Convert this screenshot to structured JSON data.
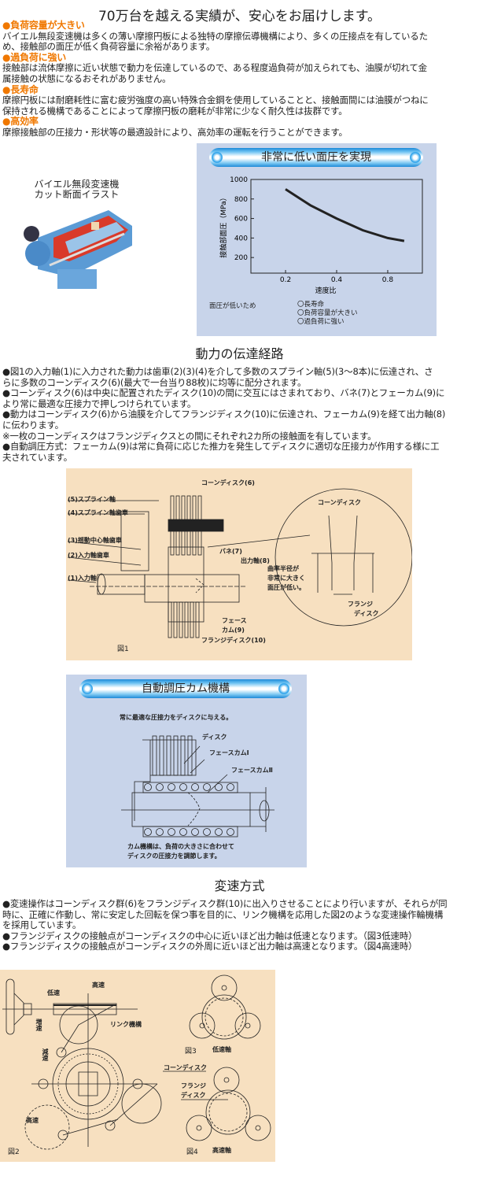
{
  "header": {
    "title": "70万台を越える実績が、安心をお届けします。"
  },
  "features": [
    {
      "heading": "●負荷容量が大きい",
      "lines": [
        "バイエル無段変速機は多くの薄い摩擦円板による独特の摩擦伝導機構により、多くの圧接点を有しているた",
        "め、接触部の面圧が低く負荷容量に余裕があります。"
      ]
    },
    {
      "heading": "●過負荷に強い",
      "lines": [
        "接触部は流体摩擦に近い状態で動力を伝達しているので、ある程度過負荷が加えられても、油膜が切れて金",
        "属接触の状態になるおそれがありません。"
      ]
    },
    {
      "heading": "●長寿命",
      "lines": [
        "摩擦円板には耐磨耗性に富む疲労強度の高い特殊合金鋼を使用していることと、接触面間には油膜がつねに",
        "保持される機構であることによって摩擦円板の磨耗が非常に少なく耐久性は抜群です。"
      ]
    },
    {
      "heading": "●高効率",
      "lines": [
        "摩擦接触部の圧接力・形状等の最適設計により、高効率の運転を行うことができます。"
      ]
    }
  ],
  "illustration": {
    "caption_lines": [
      "バイエル無段変速機",
      "カット断面イラスト"
    ]
  },
  "chart_panel": {
    "bar_title": "非常に低い面圧を実現",
    "note_label": "面圧が低いため",
    "benefits": [
      "〇長寿命",
      "〇負荷容量が大きい",
      "〇過負荷に強い"
    ]
  },
  "chart_data": {
    "type": "line",
    "title": "非常に低い面圧を実現",
    "xlabel": "速度比",
    "ylabel": "接触部面圧（MPa）",
    "x_scale": "log",
    "xlim": [
      0.125,
      1.28
    ],
    "ylim": [
      40,
      1000
    ],
    "xticks": [
      "0.2",
      "0.4",
      "0.8"
    ],
    "yticks": [
      "1000",
      "800",
      "600",
      "400",
      "200"
    ],
    "grid": false,
    "series": [
      {
        "name": "接触部面圧",
        "x": [
          0.2,
          0.28,
          0.4,
          0.57,
          0.8,
          1.0
        ],
        "y": [
          900,
          735,
          600,
          480,
          400,
          370
        ]
      }
    ]
  },
  "transmission": {
    "heading": "動力の伝達経路",
    "lines": [
      "●図1の入力軸(1)に入力された動力は歯車(2)(3)(4)を介して多数のスプライン軸(5)(3〜8本)に伝達され、さ",
      "らに多数のコーンディスク(6)(最大で一台当り88枚)に均等に配分されます。",
      "●コーンディスク(6)は中央に配置されたディスク(10)の間に交互にはさまれており、バネ(7)とフェーカム(9)に",
      "より常に最適な圧接力で押しつけられています。",
      "●動力はコーンディスク(6)から油膜を介してフランジディスク(10)に伝達され、フェーカム(9)を経て出力軸(8)",
      "に伝わります。",
      "※一枚のコーンディスクはフランジディクスとの間にそれぞれ2カ所の接触面を有しています。",
      "●自動調圧方式：フェーカム(9)は常に負荷に応じた推力を発生してディスクに適切な圧接力が作用する様に工",
      "夫されています。"
    ]
  },
  "figure1": {
    "labels": {
      "cone6": "コーンディスク(6)",
      "spline5": "(5)スプライン軸",
      "gear4": "(4)スプライン軸歯車",
      "gear3": "(3)揺動中心軸歯車",
      "gear2": "(2)入力軸歯車",
      "input1": "(1)入力軸",
      "spring7": "バネ(7)",
      "output8": "出力軸(8)",
      "facecam9_a": "フェース",
      "facecam9_b": "カム(9)",
      "flange10": "フランジディスク(10)",
      "fig": "図1",
      "detail_cone": "コーンディスク",
      "detail_note": [
        "曲率半径が",
        "非常に大きく",
        "面圧が低い。"
      ],
      "detail_flange": [
        "フランジ",
        "ディスク"
      ]
    }
  },
  "cam_panel": {
    "bar_title": "自動調圧カム機構",
    "subtitle": "常に最適な圧接力をディスクに与える。",
    "labels": {
      "disc": "ディスク",
      "cam1": "フェースカムⅠ",
      "cam2": "フェースカムⅡ"
    },
    "note_lines": [
      "カム機構は、負荷の大きさに合わせて",
      "ディスクの圧接力を調節します。"
    ]
  },
  "speed": {
    "heading": "変速方式",
    "lines": [
      "●変速操作はコーンディスク群(6)をフランジディスク群(10)に出入りさせることにより行いますが、それらが同",
      "時に、正確に作動し、常に安定した回転を保つ事を目的に、リンク機構を応用した図2のような変速操作輪機構",
      "を採用しています。",
      "●フランジディスクの接触点がコーンディスクの中心に近いほど出力軸は低速となります。（図3低速時）",
      "●フランジディスクの接触点がコーンディスクの外周に近いほど出力軸は高速となります。（図4高速時）"
    ]
  },
  "figure2": {
    "high": "高速",
    "low": "低速",
    "link": "リンク機構",
    "inc": "増速",
    "dec": "減速",
    "high2": "高速",
    "fig2": "図2",
    "fig3": "図3",
    "low_shaft": "低速軸",
    "cone": "コーンディスク",
    "flange": [
      "フランジ",
      "ディスク"
    ],
    "fig4": "図4",
    "high_shaft": "高速軸"
  }
}
